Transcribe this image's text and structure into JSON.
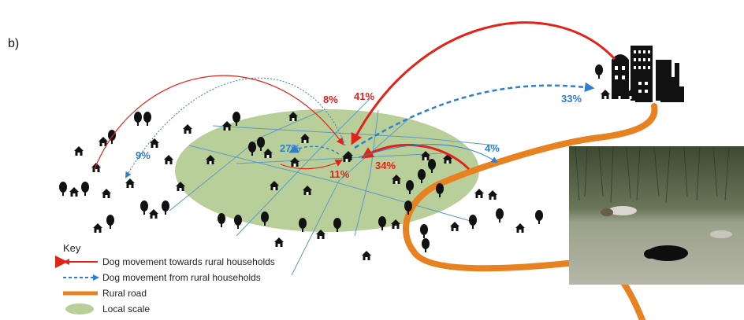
{
  "panel_label": "b)",
  "percentages": {
    "p8": "8%",
    "p41": "41%",
    "p33": "33%",
    "p9": "9%",
    "p27": "27%",
    "p4": "4%",
    "p11": "11%",
    "p34": "34%"
  },
  "key": {
    "title": "Key",
    "towards": "Dog movement towards rural households",
    "from": "Dog movement from rural households",
    "road": "Rural road",
    "local": "Local scale"
  },
  "colors": {
    "towards": "#e2231a",
    "from": "#2f7fd1",
    "road": "#e8811f",
    "local": "#b9cf9a"
  }
}
